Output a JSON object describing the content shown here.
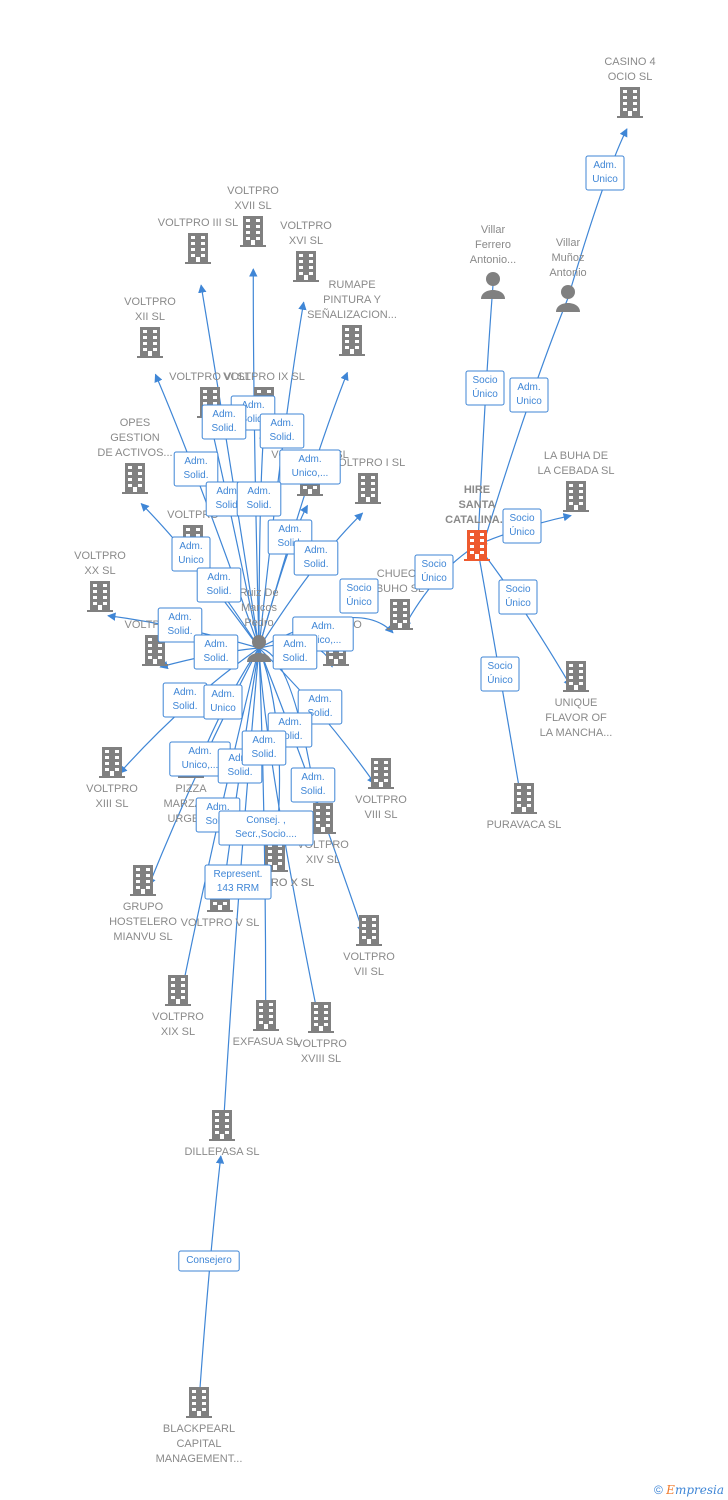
{
  "colors": {
    "edge": "#3f86d6",
    "building": "#808080",
    "highlight": "#ee5a2f",
    "person": "#808080",
    "label": "#8a8a8a"
  },
  "nodes": [
    {
      "id": "casino4",
      "type": "company",
      "lines": [
        "CASINO 4",
        "OCIO  SL"
      ]
    },
    {
      "id": "voltpro17",
      "type": "company",
      "lines": [
        "VOLTPRO",
        "XVII SL"
      ]
    },
    {
      "id": "voltpro3",
      "type": "company",
      "lines": [
        "VOLTPRO III SL"
      ]
    },
    {
      "id": "voltpro16",
      "type": "company",
      "lines": [
        "VOLTPRO",
        "XVI SL"
      ]
    },
    {
      "id": "rumape",
      "type": "company",
      "lines": [
        "RUMAPE",
        "PINTURA Y",
        "SEÑALIZACION..."
      ]
    },
    {
      "id": "voltpro12",
      "type": "company",
      "lines": [
        "VOLTPRO",
        "XII SL"
      ]
    },
    {
      "id": "villarferrero",
      "type": "person",
      "lines": [
        "Villar",
        "Ferrero",
        "Antonio..."
      ]
    },
    {
      "id": "villarmunoz",
      "type": "person",
      "lines": [
        "Villar",
        "Muñoz",
        "Antonio"
      ]
    },
    {
      "id": "voltpro6",
      "type": "company",
      "lines": [
        "VOLTPRO VI SL"
      ]
    },
    {
      "id": "voltpro9",
      "type": "company",
      "lines": [
        "VOLTPRO IX SL"
      ]
    },
    {
      "id": "opes",
      "type": "company",
      "lines": [
        "OPES",
        "GESTION",
        "DE ACTIVOS..."
      ]
    },
    {
      "id": "voltpro2",
      "type": "company",
      "lines": [
        "VOLTPRO II SL"
      ]
    },
    {
      "id": "voltpro1",
      "type": "company",
      "lines": [
        "VOLTPRO I SL"
      ]
    },
    {
      "id": "labuha",
      "type": "company",
      "lines": [
        "LA BUHA DE",
        "LA CEBADA  SL"
      ]
    },
    {
      "id": "hire",
      "type": "company",
      "highlight": true,
      "lines": [
        "HIRE",
        "SANTA",
        "CATALINA..."
      ]
    },
    {
      "id": "voltpro_a",
      "type": "company",
      "lines": [
        "VOLTPRO"
      ]
    },
    {
      "id": "voltpro20",
      "type": "company",
      "lines": [
        "VOLTPRO",
        "XX SL"
      ]
    },
    {
      "id": "ruiz",
      "type": "person",
      "lines": [
        "Ruiz De",
        "Marcos",
        "Pedro"
      ]
    },
    {
      "id": "chueca",
      "type": "company",
      "lines": [
        "CHUECA",
        "BUHO  SL"
      ]
    },
    {
      "id": "voltpro_b",
      "type": "company",
      "lines": [
        "VOLTPRO"
      ]
    },
    {
      "id": "voltpro_c",
      "type": "company",
      "lines": [
        "VOLTPRO..."
      ]
    },
    {
      "id": "unique",
      "type": "company",
      "lines": [
        "UNIQUE",
        "FLAVOR OF",
        "LA MANCHA..."
      ]
    },
    {
      "id": "voltpro_d",
      "type": "company",
      "lines": [
        "VOLTPRO X SL"
      ]
    },
    {
      "id": "voltpro13",
      "type": "company",
      "lines": [
        "VOLTPRO",
        "XIII SL"
      ]
    },
    {
      "id": "pizza",
      "type": "company",
      "lines": [
        "PIZZA",
        "MARZANO",
        "URGEL..."
      ]
    },
    {
      "id": "voltpro8",
      "type": "company",
      "lines": [
        "VOLTPRO",
        "VIII SL"
      ]
    },
    {
      "id": "puravaca",
      "type": "company",
      "lines": [
        "PURAVACA  SL"
      ]
    },
    {
      "id": "voltpro14",
      "type": "company",
      "lines": [
        "VOLTPRO",
        "XIV SL"
      ]
    },
    {
      "id": "voltpro10",
      "type": "company",
      "lines": [
        "VOLTPRO X SL"
      ]
    },
    {
      "id": "grupo",
      "type": "company",
      "lines": [
        "GRUPO",
        "HOSTELERO",
        "MIANVU  SL"
      ]
    },
    {
      "id": "voltpro5",
      "type": "company",
      "lines": [
        "VOLTPRO V SL"
      ]
    },
    {
      "id": "voltpro7",
      "type": "company",
      "lines": [
        "VOLTPRO",
        "VII SL"
      ]
    },
    {
      "id": "voltpro19",
      "type": "company",
      "lines": [
        "VOLTPRO",
        "XIX SL"
      ]
    },
    {
      "id": "exfasua",
      "type": "company",
      "lines": [
        "EXFASUA SL"
      ]
    },
    {
      "id": "voltpro18",
      "type": "company",
      "lines": [
        "VOLTPRO",
        "XVIII SL"
      ]
    },
    {
      "id": "dillepasa",
      "type": "company",
      "lines": [
        "DILLEPASA SL"
      ]
    },
    {
      "id": "blackpearl",
      "type": "company",
      "lines": [
        "BLACKPEARL",
        "CAPITAL",
        "MANAGEMENT..."
      ]
    }
  ],
  "edges": [
    {
      "from": "villarmunoz",
      "to": "casino4",
      "lines": [
        "Adm.",
        "Unico"
      ]
    },
    {
      "from": "villarferrero",
      "to": "hire",
      "lines": [
        "Socio",
        "Único"
      ]
    },
    {
      "from": "villarmunoz",
      "to": "hire",
      "lines": [
        "Adm.",
        "Unico"
      ]
    },
    {
      "from": "hire",
      "to": "labuha",
      "lines": [
        "Socio",
        "Único"
      ]
    },
    {
      "from": "hire",
      "to": "chueca",
      "lines": [
        "Socio",
        "Único"
      ]
    },
    {
      "from": "hire",
      "to": "unique",
      "lines": [
        "Socio",
        "Único"
      ]
    },
    {
      "from": "hire",
      "to": "puravaca",
      "lines": [
        "Socio",
        "Único"
      ]
    },
    {
      "from": "ruiz",
      "to": "voltpro17",
      "lines": [
        "Adm.",
        "Solid."
      ]
    },
    {
      "from": "ruiz",
      "to": "voltpro3",
      "lines": [
        "Adm.",
        "Solid."
      ]
    },
    {
      "from": "ruiz",
      "to": "voltpro16",
      "lines": [
        "Adm.",
        "Solid."
      ]
    },
    {
      "from": "ruiz",
      "to": "rumape",
      "lines": [
        "Adm.",
        "Unico,..."
      ]
    },
    {
      "from": "ruiz",
      "to": "voltpro12",
      "lines": [
        "Adm.",
        "Solid."
      ]
    },
    {
      "from": "ruiz",
      "to": "voltpro6",
      "lines": [
        "Adm.",
        "Solid."
      ]
    },
    {
      "from": "ruiz",
      "to": "voltpro9",
      "lines": [
        "Adm.",
        "Solid."
      ]
    },
    {
      "from": "ruiz",
      "to": "opes",
      "lines": [
        "Adm.",
        "Unico"
      ]
    },
    {
      "from": "ruiz",
      "to": "voltpro2",
      "lines": [
        "Adm.",
        "Solid."
      ]
    },
    {
      "from": "ruiz",
      "to": "voltpro1",
      "lines": [
        "Adm.",
        "Solid."
      ]
    },
    {
      "from": "ruiz",
      "to": "voltpro_a",
      "lines": [
        "Adm.",
        "Solid."
      ]
    },
    {
      "from": "ruiz",
      "to": "voltpro20",
      "lines": [
        "Adm.",
        "Solid."
      ]
    },
    {
      "from": "ruiz",
      "to": "chueca",
      "lines": [
        "Socio",
        "Único"
      ]
    },
    {
      "from": "ruiz",
      "to": "voltpro_b",
      "lines": [
        "Adm.",
        "Unico,..."
      ]
    },
    {
      "from": "ruiz",
      "to": "voltpro_c",
      "lines": [
        "Adm.",
        "Solid."
      ]
    },
    {
      "from": "ruiz",
      "to": "voltpro13",
      "lines": [
        "Adm.",
        "Solid."
      ]
    },
    {
      "from": "ruiz",
      "to": "pizza",
      "lines": [
        "Adm.",
        "Unico"
      ]
    },
    {
      "from": "ruiz",
      "to": "voltpro8",
      "lines": [
        "Adm.",
        "Solid."
      ]
    },
    {
      "from": "ruiz",
      "to": "voltpro14",
      "lines": [
        "Adm.",
        "Solid."
      ]
    },
    {
      "from": "ruiz",
      "to": "grupo",
      "lines": [
        "Adm.",
        "Unico,..."
      ]
    },
    {
      "from": "ruiz",
      "to": "voltpro10",
      "lines": [
        "Adm.",
        "Solid."
      ]
    },
    {
      "from": "ruiz",
      "to": "voltpro5",
      "lines": [
        "Adm.",
        "Solid."
      ]
    },
    {
      "from": "ruiz",
      "to": "voltpro7",
      "lines": [
        "Adm.",
        "Solid."
      ]
    },
    {
      "from": "ruiz",
      "to": "voltpro19",
      "lines": [
        "Adm.",
        "Solid."
      ]
    },
    {
      "from": "ruiz",
      "to": "exfasua",
      "lines": [
        "Consej. ,",
        "Secr.,Socio...."
      ]
    },
    {
      "from": "ruiz",
      "to": "voltpro18",
      "lines": [
        "Adm.",
        "Solid."
      ]
    },
    {
      "from": "ruiz",
      "to": "dillepasa",
      "lines": [
        "Represent.",
        "143 RRM"
      ]
    },
    {
      "from": "blackpearl",
      "to": "dillepasa",
      "lines": [
        "Consejero"
      ]
    }
  ],
  "footer": {
    "copyright": "©",
    "brand_e": "E",
    "brand_rest": "mpresia"
  }
}
